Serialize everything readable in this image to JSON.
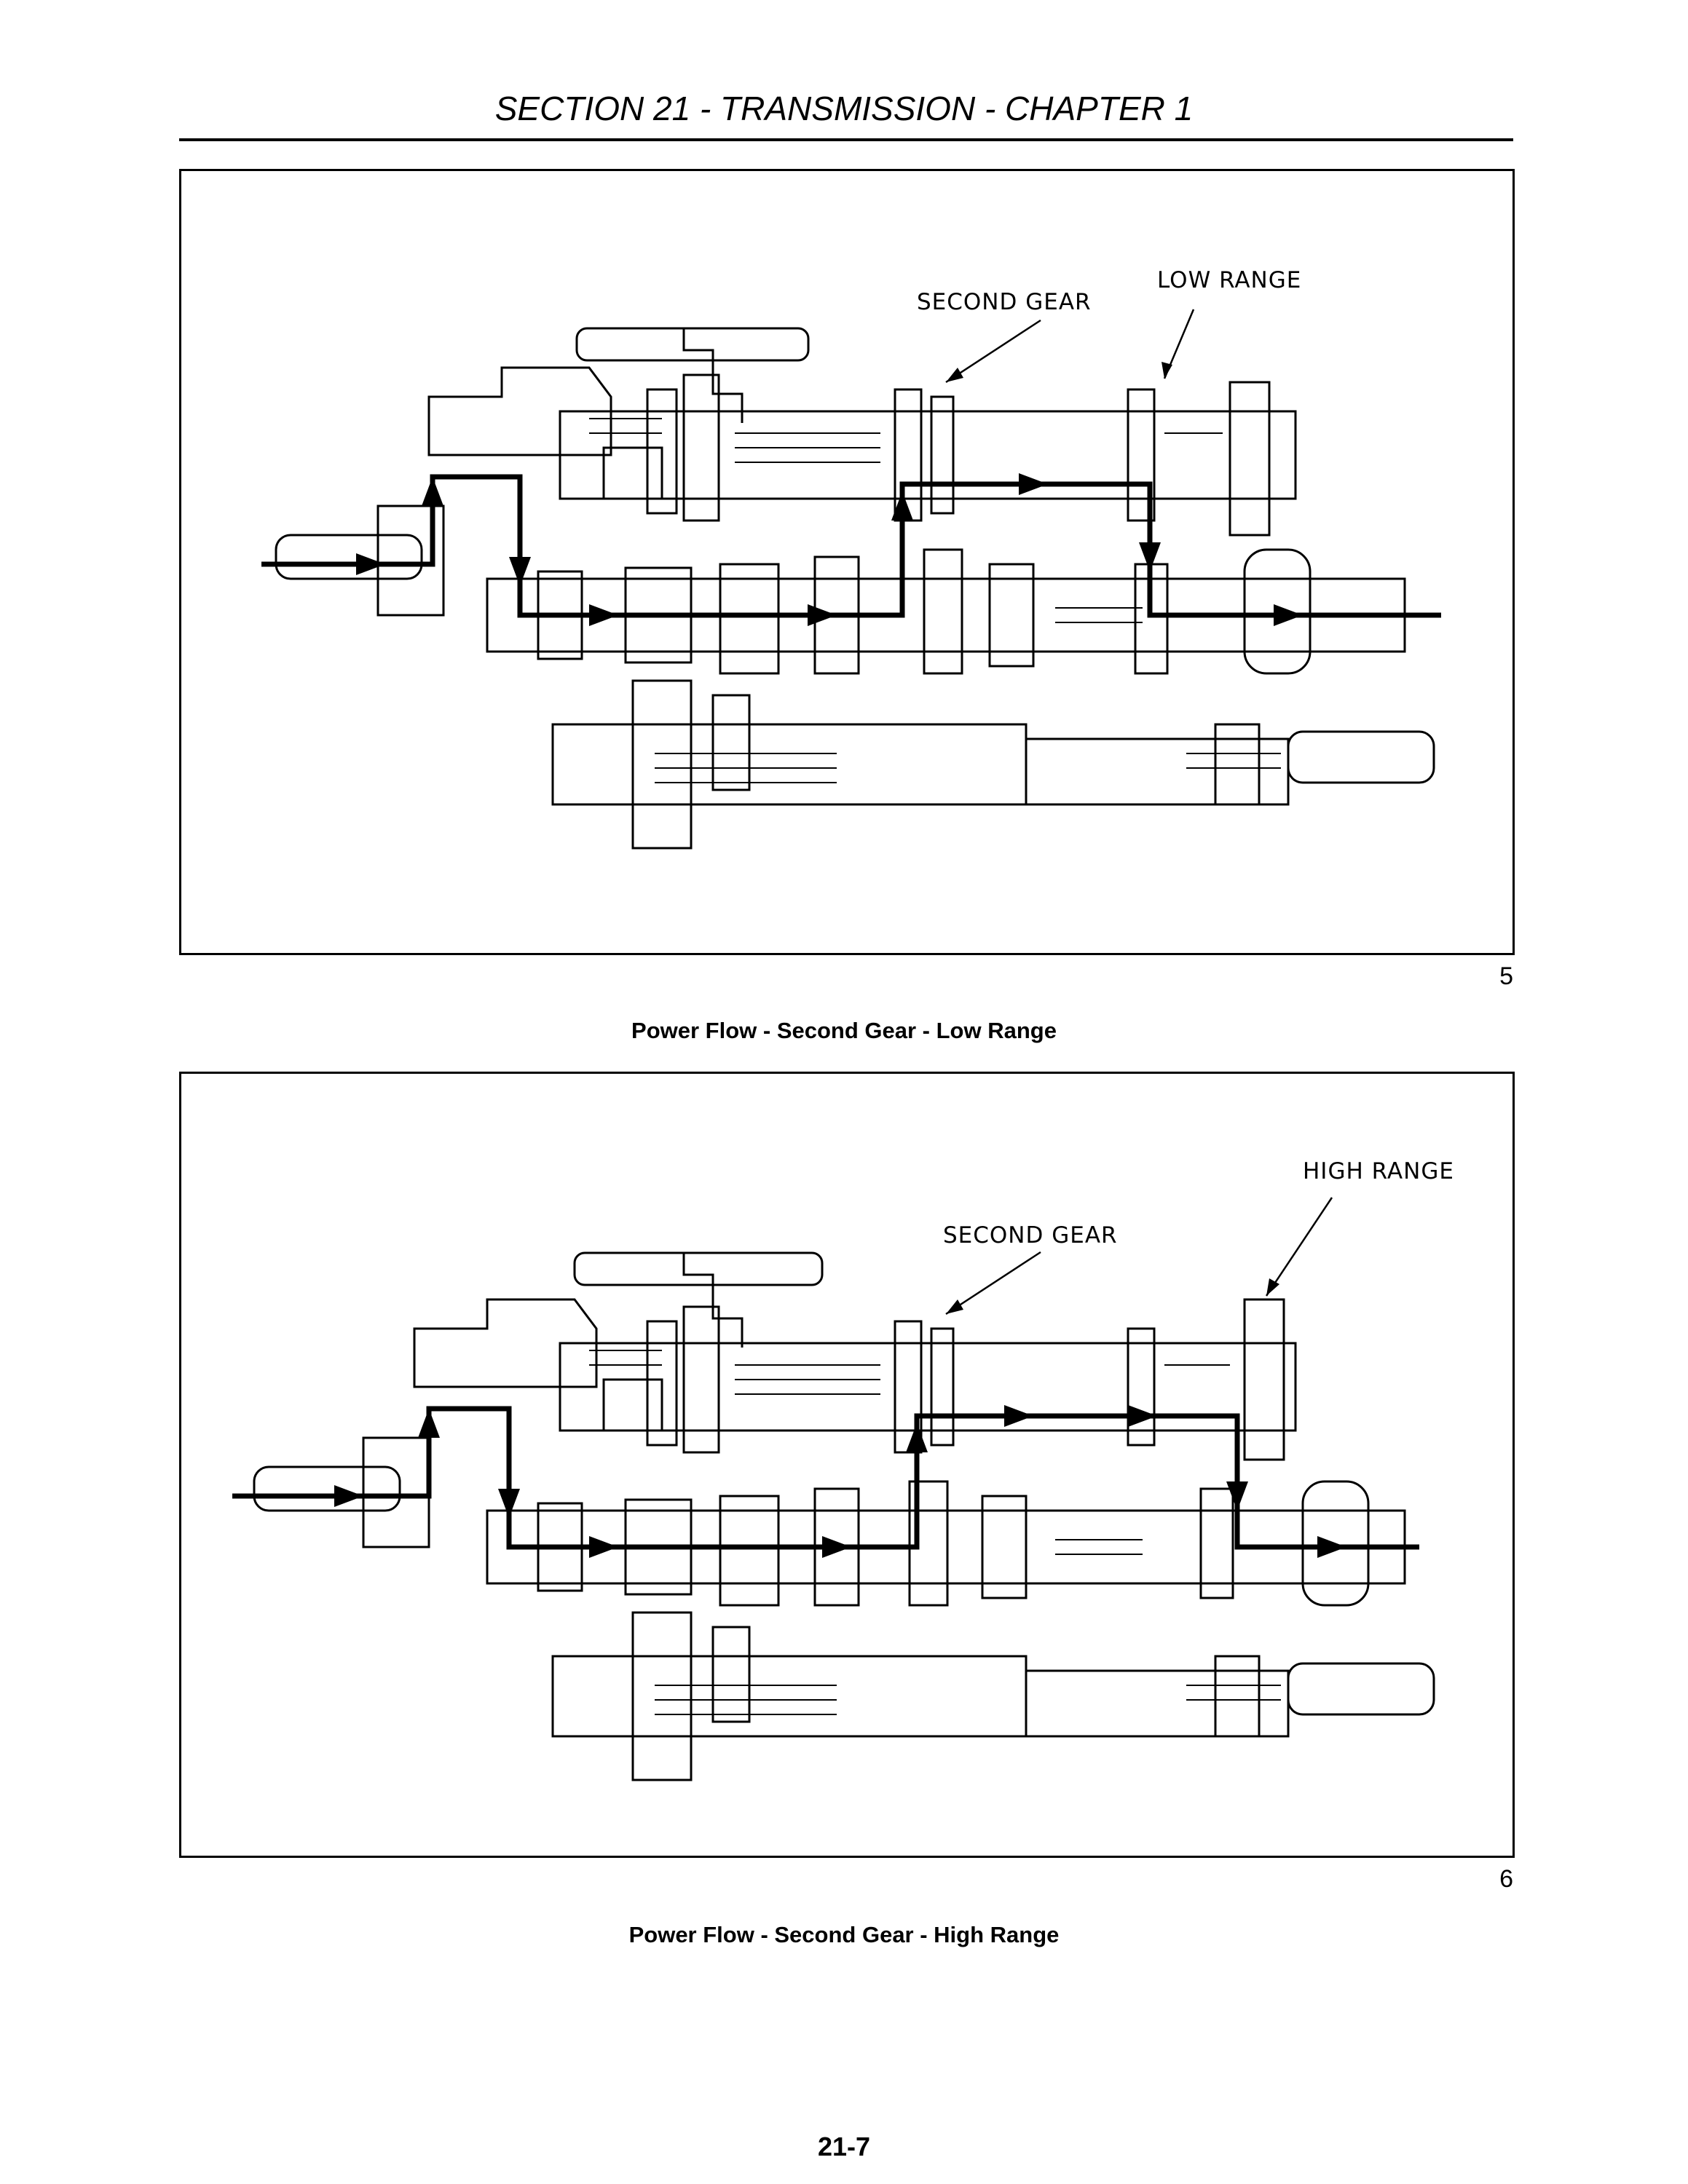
{
  "header": {
    "title": "SECTION 21 - TRANSMISSION - CHAPTER 1"
  },
  "figures": [
    {
      "number": "5",
      "caption": "Power Flow - Second Gear - Low Range",
      "labels": {
        "gear": "SECOND GEAR",
        "range": "LOW RANGE"
      }
    },
    {
      "number": "6",
      "caption": "Power Flow - Second Gear - High Range",
      "labels": {
        "gear": "SECOND GEAR",
        "range": "HIGH RANGE"
      }
    }
  ],
  "footer": {
    "page_number": "21-7"
  }
}
